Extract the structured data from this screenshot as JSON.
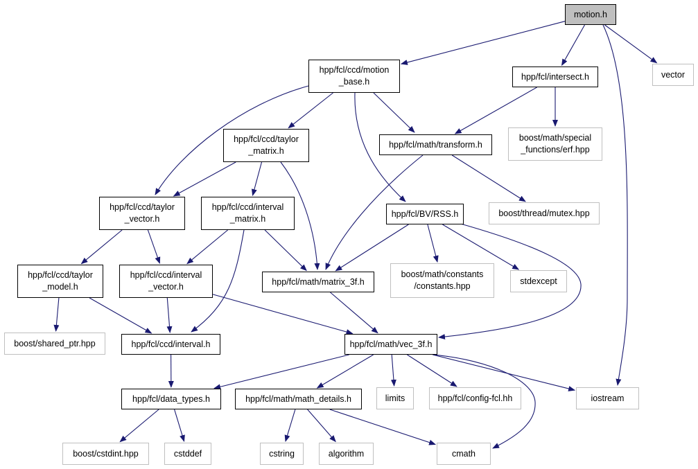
{
  "graph": {
    "edge_color": "#191970",
    "root_fill": "#bfbfbf",
    "nodes": [
      {
        "id": "motion_h",
        "label": "motion.h",
        "kind": "root"
      },
      {
        "id": "motion_base_h",
        "label": "hpp/fcl/ccd/motion\n_base.h",
        "kind": "local"
      },
      {
        "id": "intersect_h",
        "label": "hpp/fcl/intersect.h",
        "kind": "local"
      },
      {
        "id": "vector",
        "label": "vector",
        "kind": "ext"
      },
      {
        "id": "taylor_matrix_h",
        "label": "hpp/fcl/ccd/taylor\n_matrix.h",
        "kind": "local"
      },
      {
        "id": "transform_h",
        "label": "hpp/fcl/math/transform.h",
        "kind": "local"
      },
      {
        "id": "erf_hpp",
        "label": "boost/math/special\n_functions/erf.hpp",
        "kind": "ext"
      },
      {
        "id": "taylor_vector_h",
        "label": "hpp/fcl/ccd/taylor\n_vector.h",
        "kind": "local"
      },
      {
        "id": "interval_matrix_h",
        "label": "hpp/fcl/ccd/interval\n_matrix.h",
        "kind": "local"
      },
      {
        "id": "rss_h",
        "label": "hpp/fcl/BV/RSS.h",
        "kind": "local"
      },
      {
        "id": "mutex_hpp",
        "label": "boost/thread/mutex.hpp",
        "kind": "ext"
      },
      {
        "id": "taylor_model_h",
        "label": "hpp/fcl/ccd/taylor\n_model.h",
        "kind": "local"
      },
      {
        "id": "interval_vector_h",
        "label": "hpp/fcl/ccd/interval\n_vector.h",
        "kind": "local"
      },
      {
        "id": "matrix_3f_h",
        "label": "hpp/fcl/math/matrix_3f.h",
        "kind": "local"
      },
      {
        "id": "constants_hpp",
        "label": "boost/math/constants\n/constants.hpp",
        "kind": "ext"
      },
      {
        "id": "stdexcept",
        "label": "stdexcept",
        "kind": "ext"
      },
      {
        "id": "shared_ptr_hpp",
        "label": "boost/shared_ptr.hpp",
        "kind": "ext"
      },
      {
        "id": "interval_h",
        "label": "hpp/fcl/ccd/interval.h",
        "kind": "local"
      },
      {
        "id": "vec_3f_h",
        "label": "hpp/fcl/math/vec_3f.h",
        "kind": "local"
      },
      {
        "id": "data_types_h",
        "label": "hpp/fcl/data_types.h",
        "kind": "local"
      },
      {
        "id": "math_details_h",
        "label": "hpp/fcl/math/math_details.h",
        "kind": "local"
      },
      {
        "id": "limits",
        "label": "limits",
        "kind": "ext"
      },
      {
        "id": "config_fcl_hh",
        "label": "hpp/fcl/config-fcl.hh",
        "kind": "ext"
      },
      {
        "id": "iostream",
        "label": "iostream",
        "kind": "ext"
      },
      {
        "id": "cstdint_hpp",
        "label": "boost/cstdint.hpp",
        "kind": "ext"
      },
      {
        "id": "cstddef",
        "label": "cstddef",
        "kind": "ext"
      },
      {
        "id": "cstring",
        "label": "cstring",
        "kind": "ext"
      },
      {
        "id": "algorithm",
        "label": "algorithm",
        "kind": "ext"
      },
      {
        "id": "cmath",
        "label": "cmath",
        "kind": "ext"
      }
    ],
    "edges": [
      {
        "from": "motion_h",
        "to": "motion_base_h"
      },
      {
        "from": "motion_h",
        "to": "intersect_h"
      },
      {
        "from": "motion_h",
        "to": "vector"
      },
      {
        "from": "motion_h",
        "to": "iostream"
      },
      {
        "from": "motion_base_h",
        "to": "taylor_matrix_h"
      },
      {
        "from": "motion_base_h",
        "to": "taylor_vector_h"
      },
      {
        "from": "motion_base_h",
        "to": "transform_h"
      },
      {
        "from": "motion_base_h",
        "to": "rss_h"
      },
      {
        "from": "intersect_h",
        "to": "transform_h"
      },
      {
        "from": "intersect_h",
        "to": "erf_hpp"
      },
      {
        "from": "taylor_matrix_h",
        "to": "taylor_vector_h"
      },
      {
        "from": "taylor_matrix_h",
        "to": "interval_matrix_h"
      },
      {
        "from": "taylor_matrix_h",
        "to": "matrix_3f_h"
      },
      {
        "from": "transform_h",
        "to": "mutex_hpp"
      },
      {
        "from": "transform_h",
        "to": "matrix_3f_h"
      },
      {
        "from": "taylor_vector_h",
        "to": "taylor_model_h"
      },
      {
        "from": "taylor_vector_h",
        "to": "interval_vector_h"
      },
      {
        "from": "interval_matrix_h",
        "to": "interval_vector_h"
      },
      {
        "from": "interval_matrix_h",
        "to": "matrix_3f_h"
      },
      {
        "from": "interval_matrix_h",
        "to": "interval_h"
      },
      {
        "from": "rss_h",
        "to": "matrix_3f_h"
      },
      {
        "from": "rss_h",
        "to": "constants_hpp"
      },
      {
        "from": "rss_h",
        "to": "stdexcept"
      },
      {
        "from": "rss_h",
        "to": "vec_3f_h"
      },
      {
        "from": "taylor_model_h",
        "to": "shared_ptr_hpp"
      },
      {
        "from": "taylor_model_h",
        "to": "interval_h"
      },
      {
        "from": "interval_vector_h",
        "to": "interval_h"
      },
      {
        "from": "interval_vector_h",
        "to": "vec_3f_h"
      },
      {
        "from": "matrix_3f_h",
        "to": "vec_3f_h"
      },
      {
        "from": "interval_h",
        "to": "data_types_h"
      },
      {
        "from": "vec_3f_h",
        "to": "data_types_h"
      },
      {
        "from": "vec_3f_h",
        "to": "math_details_h"
      },
      {
        "from": "vec_3f_h",
        "to": "limits"
      },
      {
        "from": "vec_3f_h",
        "to": "config_fcl_hh"
      },
      {
        "from": "vec_3f_h",
        "to": "iostream"
      },
      {
        "from": "vec_3f_h",
        "to": "cmath"
      },
      {
        "from": "data_types_h",
        "to": "cstdint_hpp"
      },
      {
        "from": "data_types_h",
        "to": "cstddef"
      },
      {
        "from": "math_details_h",
        "to": "cstring"
      },
      {
        "from": "math_details_h",
        "to": "algorithm"
      },
      {
        "from": "math_details_h",
        "to": "cmath"
      }
    ]
  }
}
